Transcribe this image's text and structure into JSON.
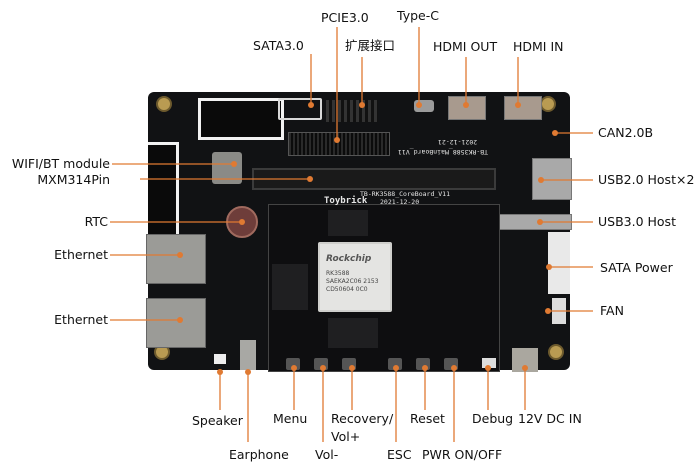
{
  "title": "TB-RK3588 Board Interface Diagram",
  "colors": {
    "leader": "#e07a32",
    "board": "#111214",
    "text": "#111111"
  },
  "labels": {
    "top": {
      "sata30": "SATA3.0",
      "pcie30": "PCIE3.0",
      "expansion": "扩展接口",
      "typec": "Type-C",
      "hdmi_out": "HDMI OUT",
      "hdmi_in": "HDMI IN"
    },
    "left": {
      "wifi_bt": "WIFI/BT module",
      "mxm": "MXM314Pin",
      "rtc": "RTC",
      "ethernet1": "Ethernet",
      "ethernet2": "Ethernet"
    },
    "right": {
      "can": "CAN2.0B",
      "usb20": "USB2.0 Host×2",
      "usb30": "USB3.0 Host",
      "sata_power": "SATA Power",
      "fan": "FAN"
    },
    "bottom": {
      "speaker": "Speaker",
      "earphone": "Earphone",
      "menu": "Menu",
      "vol_minus": "Vol-",
      "recovery": "Recovery/",
      "vol_plus": "Vol+",
      "esc": "ESC",
      "reset": "Reset",
      "pwr": "PWR ON/OFF",
      "debug": "Debug",
      "dc_in": "12V DC IN"
    }
  },
  "board_markings": {
    "soc_brand": "Rockchip",
    "soc_model": "RK3588",
    "soc_line2": "SAEKA2C06 2153",
    "soc_line3": "CD50604 0C0",
    "core_board": "TB-RK3588_CoreBoard_V11",
    "core_brand": "Toybrick",
    "core_date": "2021-12-20",
    "main_board": "TB-RK3588_MainBoard_V11",
    "main_date": "2021-12-21"
  }
}
